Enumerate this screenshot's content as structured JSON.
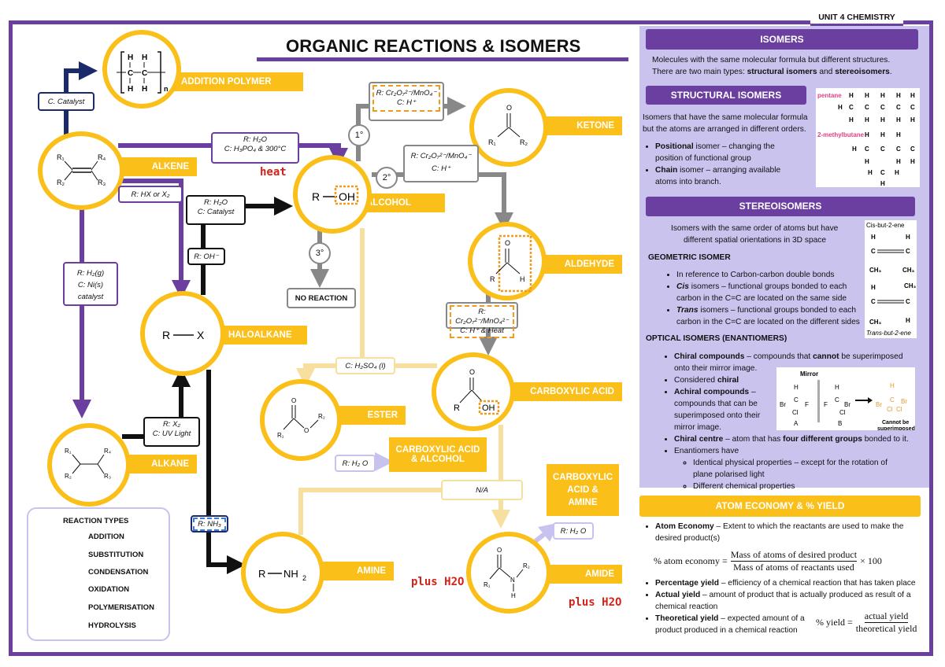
{
  "header": {
    "unit_tag": "UNIT 4 CHEMISTRY",
    "title": "ORGANIC REACTIONS & ISOMERS"
  },
  "compounds": {
    "addition_polymer": "ADDITION POLYMER",
    "alkene": "ALKENE",
    "alcohol": "ALCOHOL",
    "ketone": "KETONE",
    "aldehyde": "ALDEHYDE",
    "haloalkane": "HALOALKANE",
    "carboxylic_acid": "CARBOXYLIC ACID",
    "ester": "ESTER",
    "alkane": "ALKANE",
    "amine": "AMINE",
    "amide": "AMIDE",
    "acid_alcohol_1": "CARBOXYLIC ACID",
    "acid_alcohol_2": "& ALCOHOL",
    "acid_amine_1": "CARBOXYLIC",
    "acid_amine_2": "ACID &",
    "acid_amine_3": "AMINE"
  },
  "structures": {
    "r_oh_r": "R",
    "r_oh_oh": "OH",
    "r_x_r": "R",
    "r_x_x": "X",
    "r_nh2_r": "R",
    "r_nh2_nh2": "NH",
    "r_nh2_sub": "2",
    "ch_h": "H",
    "ch_c": "C",
    "ch_n": "n",
    "no_reaction": "NO REACTION"
  },
  "reactions": {
    "catalyst": "C. Catalyst",
    "hydration_r": "R: H₂O",
    "hydration_c": "C: H₃PO₄ & 300°C",
    "heat": "heat",
    "hx": "R: HX or X₂",
    "h2o_cat_r": "R: H₂O",
    "h2o_cat_c": "C: Catalyst",
    "oh_minus": "R: OH⁻",
    "hydrogenation_r": "R: H₂(g)",
    "hydrogenation_c": "C: Ni(s)",
    "hydrogenation_c2": "catalyst",
    "ox1_r": "R: Cr₂O₇²⁻/MnO₄⁻",
    "ox1_c": "C: H⁺",
    "ox2_r": "R: Cr₂O₇²⁻/MnO₄⁻",
    "ox2_c": "C: H⁺",
    "ox3_r": "R: Cr₂O₇²⁻/MnO₄²⁻",
    "ox3_c": "C: H⁺ & Heat",
    "primary": "1°",
    "secondary": "2°",
    "tertiary": "3°",
    "h2so4": "C: H₂SO₄ (l)",
    "subst_r": "R:    X₂",
    "subst_c": "C: UV Light",
    "nh3": "R: NH₃",
    "hyd_ester": "R: H₂ O",
    "na": "N/A",
    "hyd_amide": "R: H₂ O",
    "plus_h2o_amine": "plus H2O",
    "plus_h2o_amide": "plus H2O"
  },
  "legend": {
    "title": "REACTION TYPES",
    "items": [
      {
        "label": "ADDITION",
        "color": "#6b3fa0"
      },
      {
        "label": "SUBSTITUTION",
        "color": "#111111"
      },
      {
        "label": "CONDENSATION",
        "color": "#f7dfa0"
      },
      {
        "label": "OXIDATION",
        "color": "#888888"
      },
      {
        "label": "POLYMERISATION",
        "color": "#1b2a6b"
      },
      {
        "label": "HYDROLYSIS",
        "color": "#c7c2ee"
      }
    ]
  },
  "isomers": {
    "header": "ISOMERS",
    "intro_1": "Molecules with the same molecular formula but different structures.",
    "intro_2a": "There are two main types: ",
    "intro_2b": "structural isomers",
    "intro_2c": " and ",
    "intro_2d": "stereoisomers",
    "intro_2e": ".",
    "structural": {
      "header": "STRUCTURAL ISOMERS",
      "text_1": "Isomers that have the same molecular formula",
      "text_2": "but the atoms are arranged in different orders.",
      "pos_bold": "Positional",
      "pos_rest": " isomer – changing the",
      "pos_rest2": "position of functional group",
      "chain_bold": "Chain",
      "chain_rest": " isomer – arranging available",
      "chain_rest2": "atoms into branch.",
      "pentane": "pentane",
      "methylbutane": "2-methylbutane"
    },
    "stereo": {
      "header": "STEREOISOMERS",
      "text_1": "Isomers with the same order of atoms but have",
      "text_2": "different spatial orientations in 3D space",
      "geometric": "GEOMETRIC ISOMER",
      "g1": "In reference to Carbon-carbon double bonds",
      "cis_bold": "Cis",
      "cis_rest": " isomers – functional groups bonded to each",
      "cis_rest2": "carbon in the C=C are located on the same side",
      "trans_bold": "Trans",
      "trans_rest": " isomers – functional groups bonded to each",
      "trans_rest2": "carbon in the C=C are located on the different sides",
      "cis_label": "Cis-but-2-ene",
      "trans_label": "Trans-but-2-ene",
      "optical": "OPTICAL ISOMERS (ENANTIOMERS)",
      "chiral_bold": "Chiral compounds",
      "chiral_rest": " – compounds that ",
      "chiral_cannot": "cannot",
      "chiral_rest2": " be superimposed",
      "chiral_rest3": "onto their mirror image.",
      "considered": "Considered ",
      "considered_bold": "chiral",
      "achiral_bold": "Achiral compounds",
      "achiral_rest": " –",
      "achiral_2": "compounds that can be",
      "achiral_3": "superimposed onto their",
      "achiral_4": "mirror image.",
      "centre_bold": "Chiral centre",
      "centre_rest": " – atom that has ",
      "centre_bold2": "four different groups",
      "centre_rest2": " bonded to it.",
      "enantiomers": "Enantiomers have",
      "e1": "Identical physical properties – except for the rotation of",
      "e1b": "plane polarised light",
      "e2": "Different chemical properties",
      "mirror": "Mirror",
      "a": "A",
      "b": "B",
      "cannot_sup_1": "Cannot be",
      "cannot_sup_2": "superimposed"
    }
  },
  "atom_economy": {
    "header": "ATOM ECONOMY & % YIELD",
    "ae_bold": "Atom Economy",
    "ae_rest": "  – Extent to which the reactants are used to make the",
    "ae_rest2": "desired product(s)",
    "formula_lhs": "% atom economy =",
    "formula_num": "Mass of atoms of desired product",
    "formula_den": "Mass of atoms of reactants used",
    "formula_x": "× 100",
    "py_bold": "Percentage yield",
    "py_rest": " – efficiency of a chemical reaction that has taken place",
    "ay_bold": "Actual yield",
    "ay_rest": " – amount of product that is actually produced as result of a",
    "ay_rest2": "chemical reaction",
    "ty_bold": "Theoretical yield",
    "ty_rest": " – expected amount of a",
    "ty_rest2": "product produced in a chemical reaction",
    "yield_lhs": "% yield =",
    "yield_num": "actual yield",
    "yield_den": "theoretical yield"
  }
}
